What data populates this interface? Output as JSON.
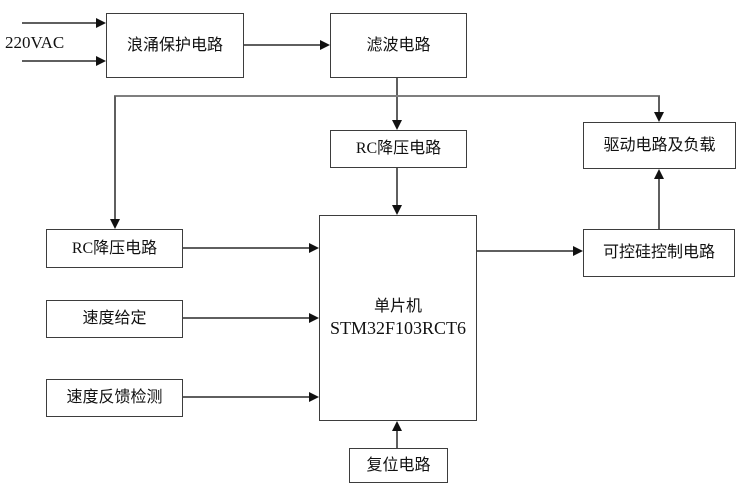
{
  "diagram": {
    "source_label": "220VAC",
    "nodes": {
      "surge": {
        "label": "浪涌保护电路"
      },
      "filter": {
        "label": "滤波电路"
      },
      "rc_stepdown_top": {
        "label": "RC降压电路"
      },
      "drive_load": {
        "label": "驱动电路及负载"
      },
      "mcu": {
        "label_line1": "单片机",
        "label_line2": "STM32F103RCT6"
      },
      "rc_stepdown_left": {
        "label": "RC降压电路"
      },
      "speed_setting": {
        "label": "速度给定"
      },
      "speed_feedback": {
        "label": "速度反馈检测"
      },
      "scr_control": {
        "label": "可控硅控制电路"
      },
      "reset": {
        "label": "复位电路"
      }
    },
    "connections": [
      "220VAC → 浪涌保护电路 (two input lines)",
      "浪涌保护电路 → 滤波电路",
      "滤波电路 → 电源总线",
      "电源总线 → RC降压电路 (left)",
      "电源总线 → RC降压电路 (top)",
      "电源总线 → 驱动电路及负载",
      "RC降压电路 (top) → 单片机",
      "RC降压电路 (left) → 单片机",
      "速度给定 → 单片机",
      "速度反馈检测 → 单片机",
      "单片机 → 可控硅控制电路",
      "可控硅控制电路 → 驱动电路及负载",
      "复位电路 → 单片机"
    ],
    "colors": {
      "background": "#ffffff",
      "box_border": "#3d3d3d",
      "line": "#5f5f5f",
      "bus_line": "#7f7f7f",
      "arrowhead": "#111111",
      "text": "#111111"
    }
  }
}
